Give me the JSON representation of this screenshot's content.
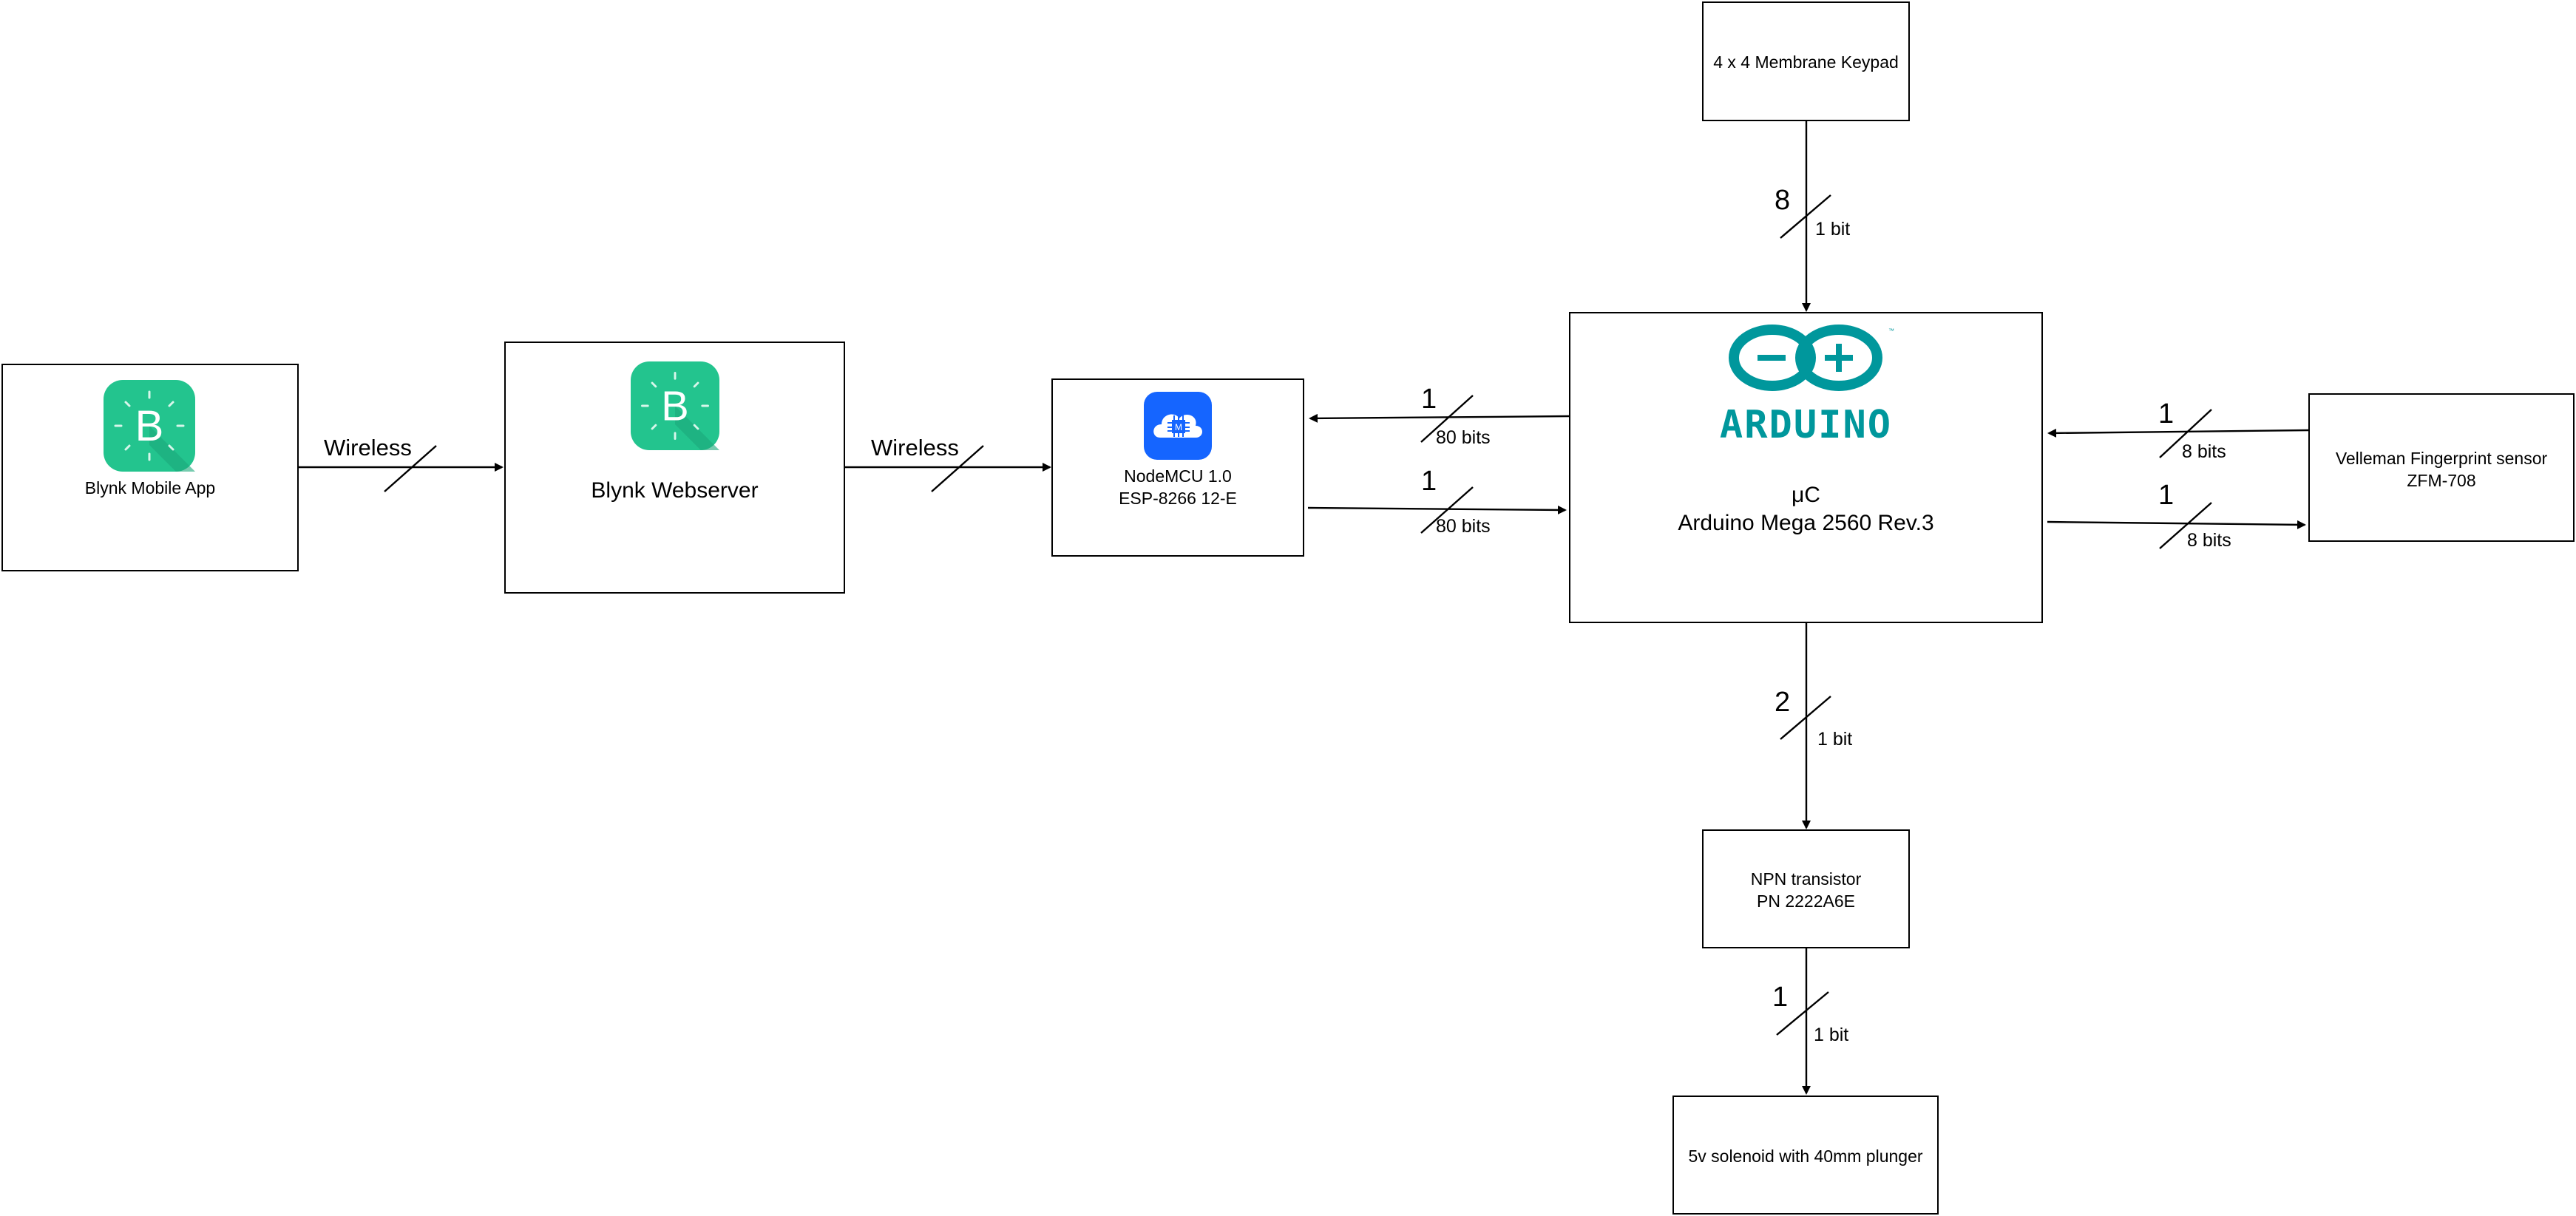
{
  "blocks": {
    "blynk_app": {
      "label": "Blynk Mobile App"
    },
    "blynk_server": {
      "label": "Blynk Webserver"
    },
    "nodemcu": {
      "line1": "NodeMCU 1.0",
      "line2": "ESP-8266 12-E"
    },
    "arduino": {
      "logo_text": "ARDUINO",
      "line1": "μC",
      "line2": "Arduino Mega 2560 Rev.3"
    },
    "keypad": {
      "label": "4 x 4 Membrane Keypad"
    },
    "fingerprint": {
      "line1": "Velleman Fingerprint sensor",
      "line2": "ZFM-708"
    },
    "transistor": {
      "line1": "NPN transistor",
      "line2": "PN 2222A6E"
    },
    "solenoid": {
      "label": "5v solenoid with 40mm plunger"
    }
  },
  "links": {
    "app_server": {
      "label": "Wireless"
    },
    "server_nodemcu": {
      "label": "Wireless"
    },
    "arduino_to_nodemcu": {
      "count": "1",
      "width": "80 bits"
    },
    "nodemcu_to_arduino": {
      "count": "1",
      "width": "80 bits"
    },
    "keypad_to_arduino": {
      "count": "8",
      "width": "1 bit"
    },
    "fingerprint_to_arduino": {
      "count": "1",
      "width": "8 bits"
    },
    "arduino_to_fingerprint": {
      "count": "1",
      "width": "8 bits"
    },
    "arduino_to_transistor": {
      "count": "2",
      "width": "1 bit"
    },
    "transistor_to_solenoid": {
      "count": "1",
      "width": "1 bit"
    }
  },
  "colors": {
    "blynk_green": "#23c48e",
    "arduino_teal": "#00979c",
    "nodemcu_blue": "#1565ff",
    "line": "#000000"
  },
  "icons": {
    "blynk_app": "blynk-logo-icon",
    "blynk_server": "blynk-logo-icon",
    "nodemcu": "cloud-chip-icon",
    "arduino": "arduino-infinity-logo"
  }
}
